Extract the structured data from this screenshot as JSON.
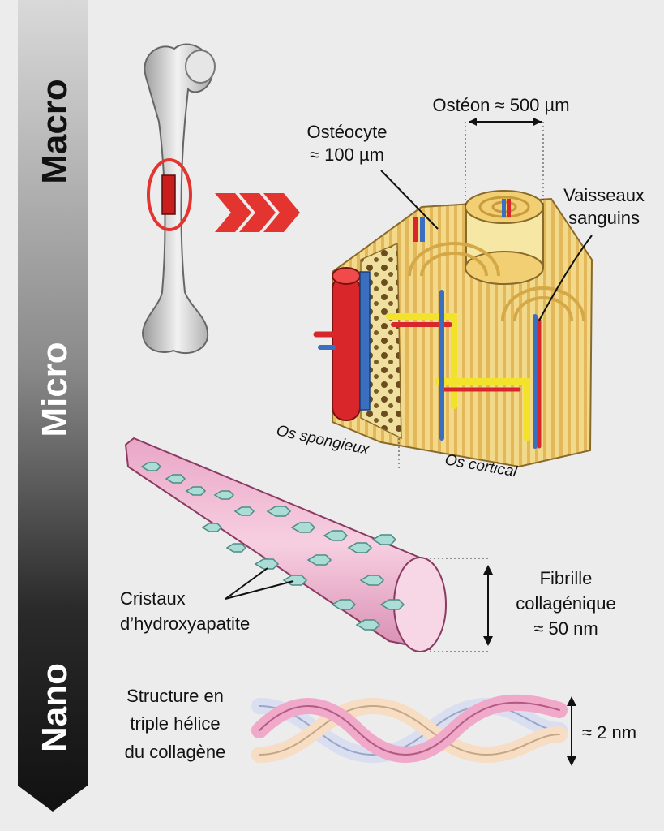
{
  "scale_bar": {
    "macro": "Macro",
    "micro": "Micro",
    "nano": "Nano"
  },
  "macro": {
    "osteon_size": "Ostéon ≈ 500 µm",
    "osteocyte_line1": "Ostéocyte",
    "osteocyte_line2": "≈ 100 µm",
    "vessels_line1": "Vaisseaux",
    "vessels_line2": "sanguins",
    "spongy_bone": "Os spongieux",
    "cortical_bone": "Os cortical"
  },
  "micro": {
    "crystals_line1": "Cristaux",
    "crystals_line2": "d’hydroxyapatite",
    "fibril_line1": "Fibrille",
    "fibril_line2": "collagénique",
    "fibril_line3": "≈ 50 nm"
  },
  "nano": {
    "helix_line1": "Structure en",
    "helix_line2": "triple hélice",
    "helix_line3": "du collagène",
    "helix_size": "≈ 2 nm"
  },
  "colors": {
    "scale_bar_top": "#dcdcdc",
    "scale_bar_bottom": "#111111",
    "arrow_red": "#e3342f",
    "bone_tissue": "#f0d47a",
    "fibril_pink": "#f3b8d2",
    "crystal_teal": "#a9ddd6"
  }
}
